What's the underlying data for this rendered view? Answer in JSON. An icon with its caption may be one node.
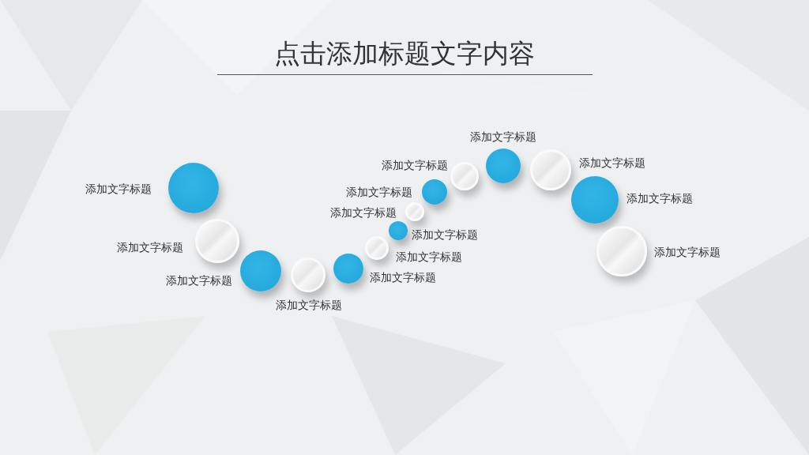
{
  "diagram": {
    "title": "点击添加标题文字内容",
    "nodes": [
      {
        "text": [],
        "shape": "circle",
        "beside": [
          "添加文字标题"
        ]
      },
      {
        "text": [],
        "shape": "circle",
        "beside": [
          "添加文字标题"
        ]
      },
      {
        "text": [],
        "shape": "circle",
        "beside": [
          "添加文字标题"
        ]
      },
      {
        "text": [],
        "shape": "circle",
        "beside": [
          "添加文字标题"
        ]
      },
      {
        "text": [],
        "shape": "circle",
        "beside": [
          "添加文字标题"
        ]
      },
      {
        "text": [],
        "shape": "circle",
        "beside": [
          "添加文字标题"
        ]
      },
      {
        "text": [],
        "shape": "circle",
        "beside": [
          "添加文字标题"
        ]
      },
      {
        "text": [],
        "shape": "circle",
        "beside": [
          "添加文字标题"
        ]
      },
      {
        "text": [],
        "shape": "circle",
        "beside": [
          "添加文字标题"
        ]
      },
      {
        "text": [],
        "shape": "circle",
        "beside": [
          "添加文字标题"
        ]
      },
      {
        "text": [],
        "shape": "circle",
        "beside": [
          "添加文字标题"
        ]
      },
      {
        "text": [],
        "shape": "circle",
        "beside": [
          "添加文字标题"
        ]
      },
      {
        "text": [],
        "shape": "circle",
        "beside": [
          "添加文字标题"
        ]
      },
      {
        "text": [],
        "shape": "circle",
        "beside": [
          "添加文字标题"
        ]
      }
    ]
  }
}
